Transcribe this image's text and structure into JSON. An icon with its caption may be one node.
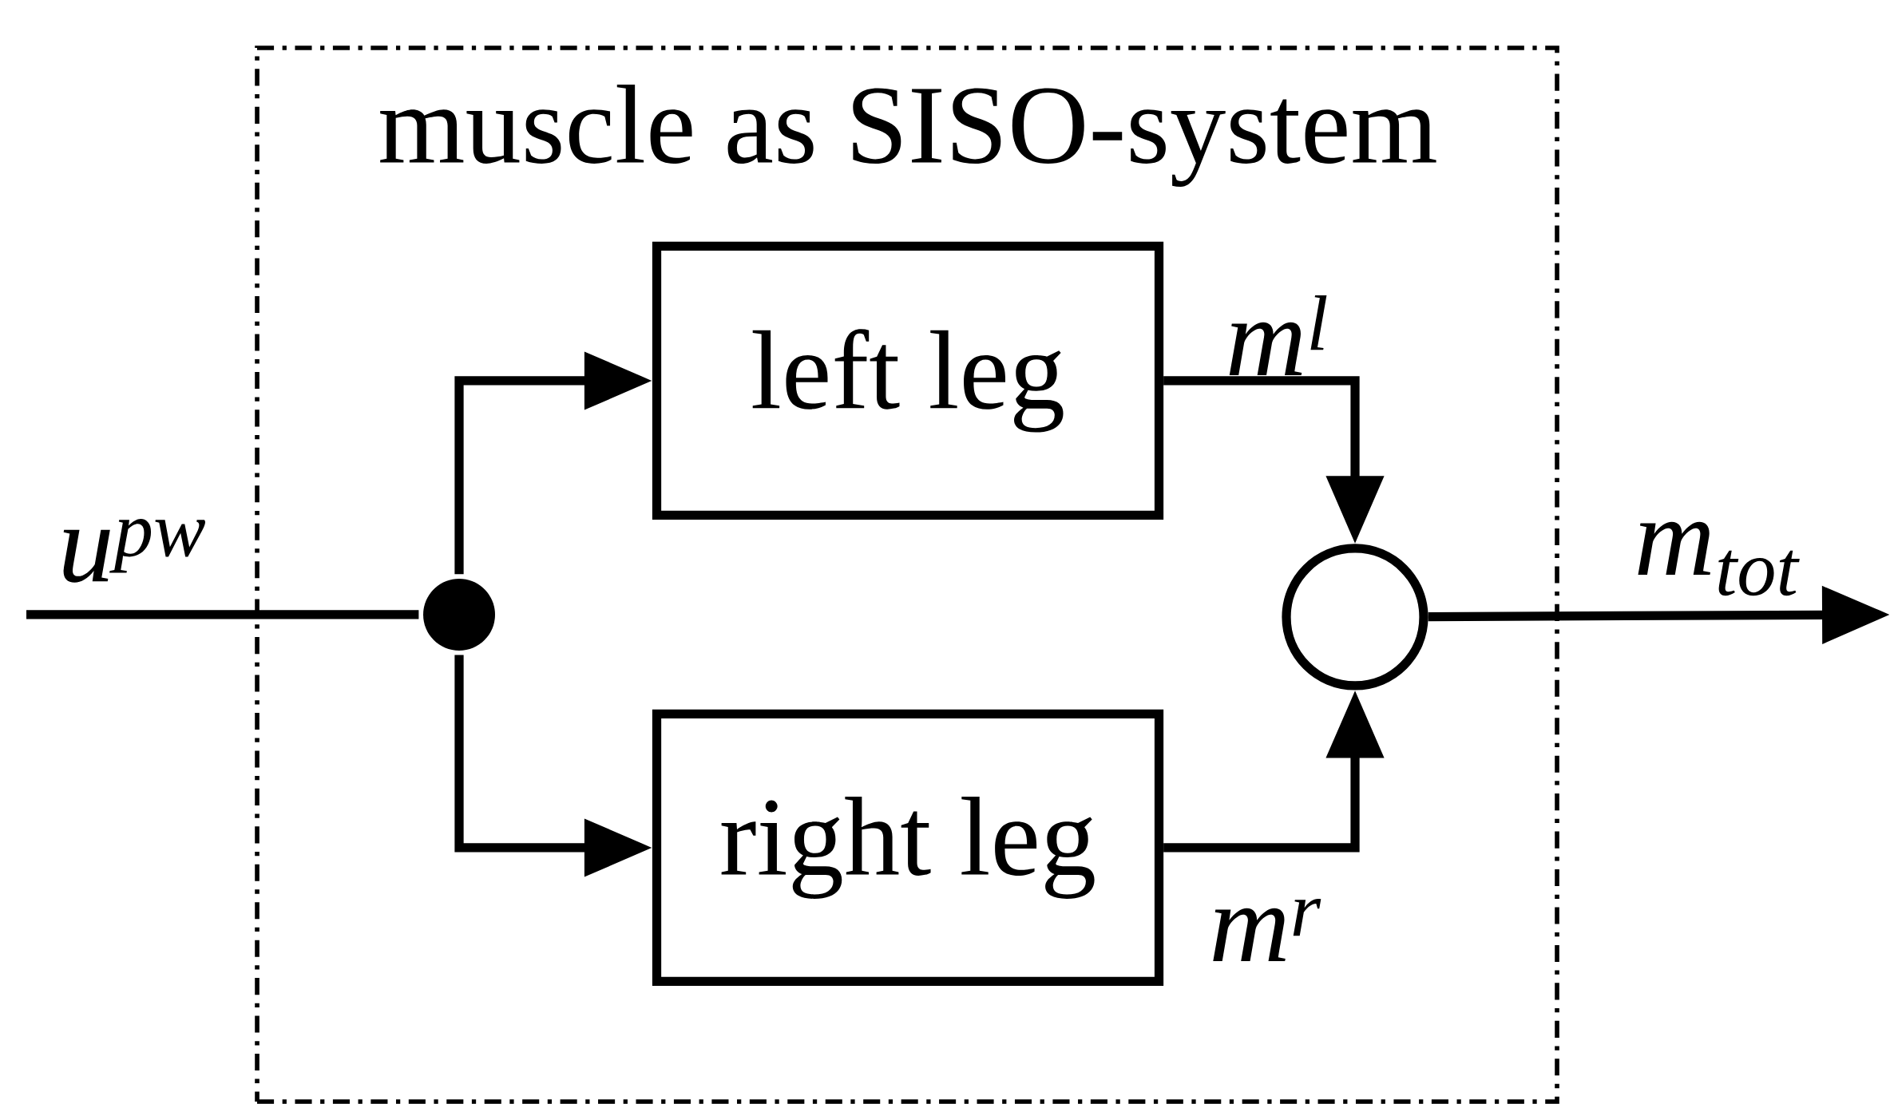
{
  "diagram": {
    "nodes": [
      {
        "text": [
          "muscle as SISO-system"
        ]
      },
      {
        "text": [
          "left leg"
        ],
        "in": 0
      },
      {
        "text": [
          "right leg"
        ],
        "in": 0
      },
      {
        "text": [],
        "shape": "dot",
        "in": 0
      },
      {
        "text": [],
        "shape": "circle",
        "in": 0
      }
    ],
    "edges": [
      {
        "from": null,
        "to": 3,
        "arrow": "none",
        "label": "u$^{pw}$"
      },
      {
        "from": 3,
        "to": 1,
        "arrow": "to"
      },
      {
        "from": 3,
        "to": 2,
        "arrow": "to"
      },
      {
        "from": 1,
        "to": 4,
        "arrow": "to",
        "label": "m$^{l}$"
      },
      {
        "from": 2,
        "to": 4,
        "arrow": "to",
        "label": "m$^{r}$"
      },
      {
        "from": 4,
        "to": null,
        "arrow": "to",
        "label": "m$_{tot}$"
      }
    ]
  }
}
